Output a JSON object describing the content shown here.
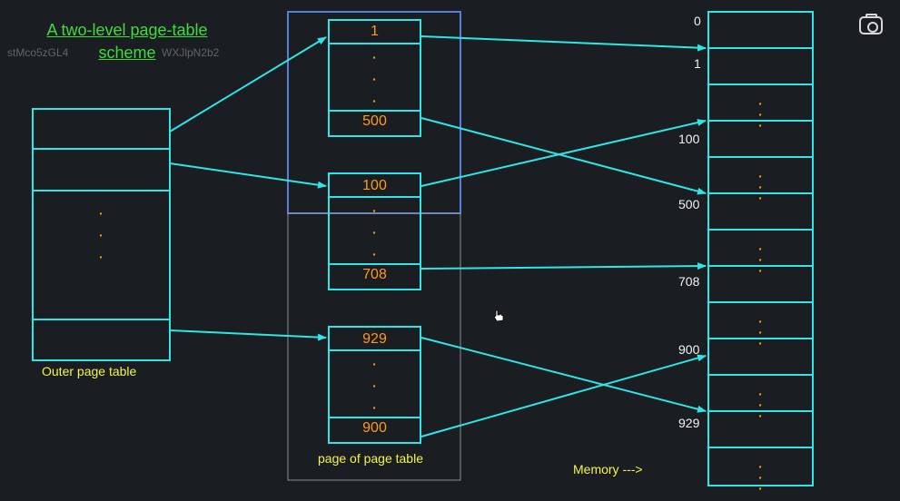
{
  "title": {
    "line1": "A two-level page-table",
    "line2": "scheme"
  },
  "watermark": {
    "left": "stMco5zGL4",
    "right": "WXJlpN2b2"
  },
  "outer_table": {
    "label": "Outer page table"
  },
  "page_of_page_table": {
    "label": "page of page table",
    "tables": [
      {
        "top_entry": "1",
        "bottom_entry": "500"
      },
      {
        "top_entry": "100",
        "bottom_entry": "708"
      },
      {
        "top_entry": "929",
        "bottom_entry": "900"
      }
    ]
  },
  "memory": {
    "label": "Memory --->",
    "frame_labels": [
      "0",
      "1",
      "100",
      "500",
      "708",
      "900",
      "929"
    ]
  },
  "colors": {
    "background": "#1a1e22",
    "line": "#2ee6e6",
    "entry_text": "#ff9a1a",
    "title": "#3ddc3d",
    "label": "#f5f542",
    "highlight_box": "#5a7fd8"
  },
  "icons": {
    "camera": "camera-icon",
    "cursor": "hand-cursor-icon"
  }
}
